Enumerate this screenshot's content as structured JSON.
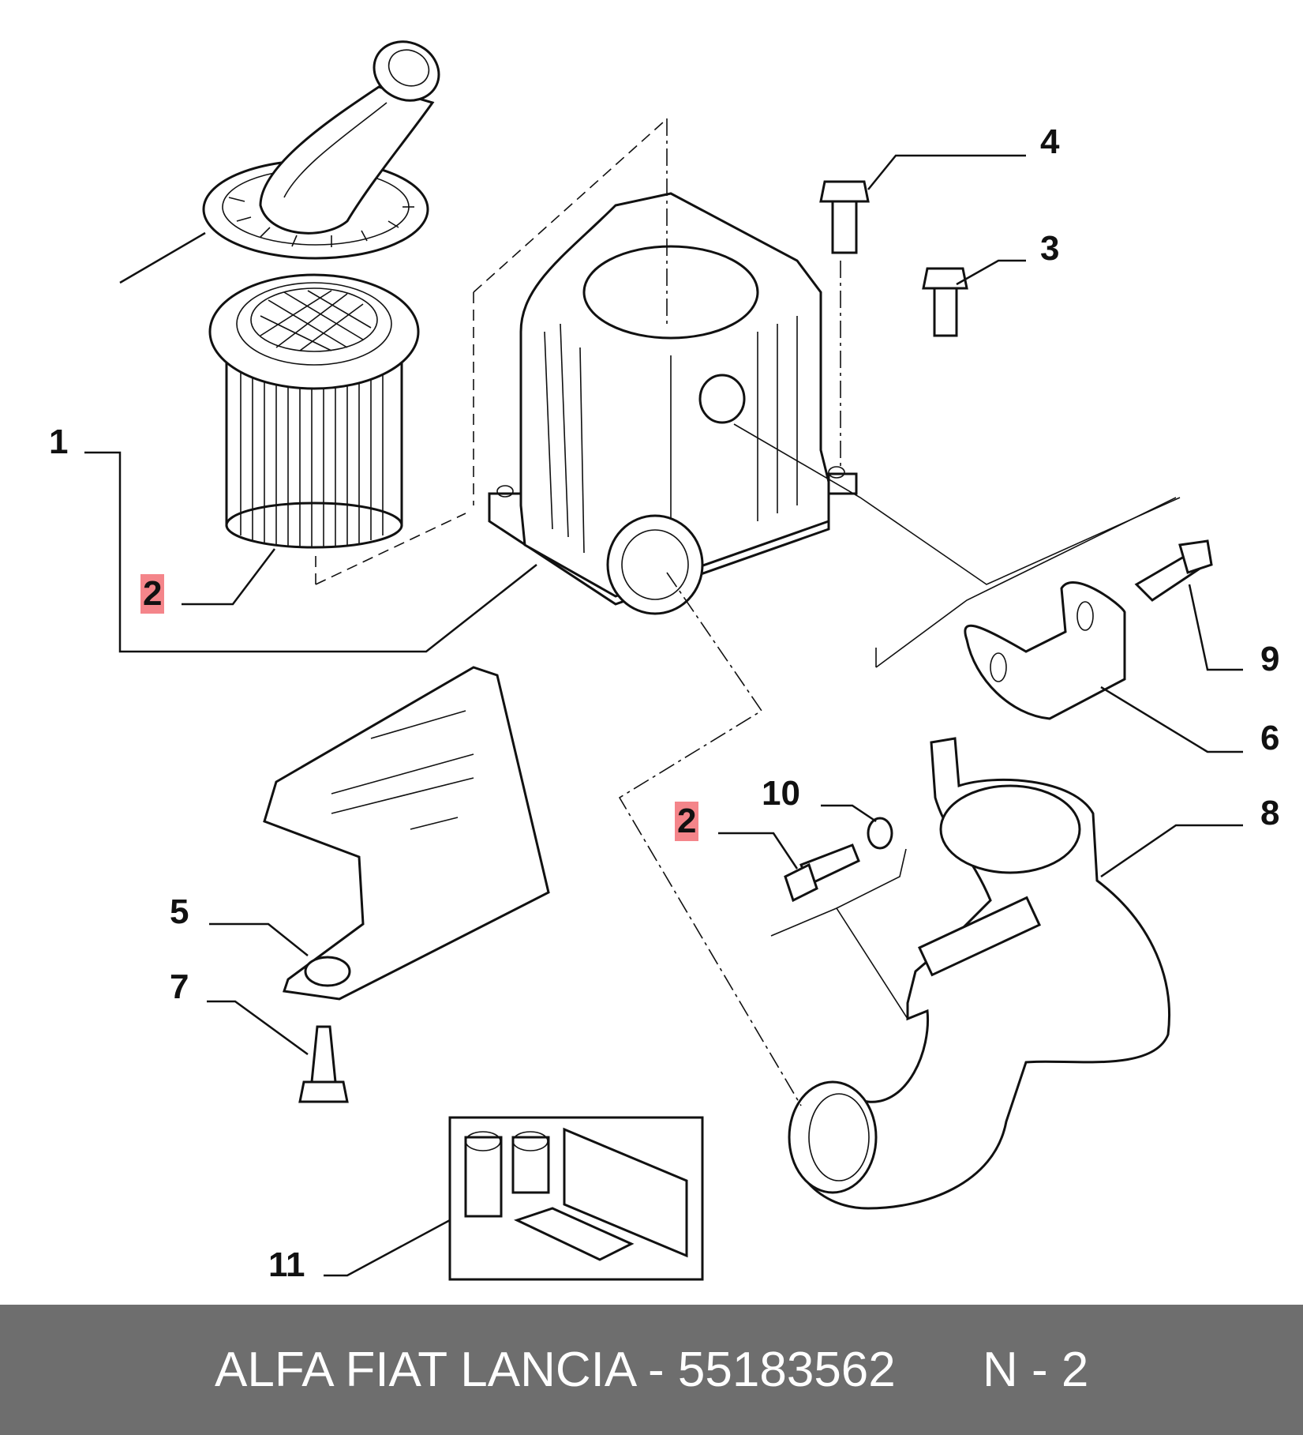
{
  "diagram": {
    "callouts": [
      {
        "id": "c1",
        "label": "1",
        "highlighted": false
      },
      {
        "id": "c2a",
        "label": "2",
        "highlighted": true
      },
      {
        "id": "c2b",
        "label": "2",
        "highlighted": true
      },
      {
        "id": "c3",
        "label": "3",
        "highlighted": false
      },
      {
        "id": "c4",
        "label": "4",
        "highlighted": false
      },
      {
        "id": "c5",
        "label": "5",
        "highlighted": false
      },
      {
        "id": "c6",
        "label": "6",
        "highlighted": false
      },
      {
        "id": "c7",
        "label": "7",
        "highlighted": false
      },
      {
        "id": "c8",
        "label": "8",
        "highlighted": false
      },
      {
        "id": "c9",
        "label": "9",
        "highlighted": false
      },
      {
        "id": "c10",
        "label": "10",
        "highlighted": false
      },
      {
        "id": "c11",
        "label": "11",
        "highlighted": false
      }
    ],
    "highlight_color": "#f4858a"
  },
  "footer": {
    "title": "ALFA FIAT LANCIA - 55183562",
    "sheet": "N - 2",
    "background": "#6e6e6e",
    "text_color": "#ffffff"
  }
}
